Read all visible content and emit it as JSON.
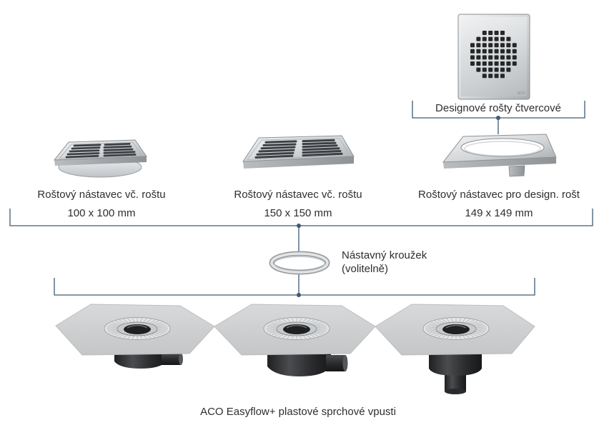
{
  "diagram": {
    "design_grates": {
      "label": "Designové rošty čtvercové",
      "logo": "ACO",
      "icon": "square-design-grate"
    },
    "grate_frames": [
      {
        "label": "Roštový nástavec vč. roštu",
        "size": "100 x 100 mm",
        "icon": "grate-frame-100"
      },
      {
        "label": "Roštový nástavec vč. roštu",
        "size": "150 x 150 mm",
        "icon": "grate-frame-150"
      },
      {
        "label": "Roštový nástavec pro design. rošt",
        "size": "149 x 149 mm",
        "icon": "design-grate-frame"
      }
    ],
    "extension_ring": {
      "label": "Nástavný kroužek",
      "note": "(volitelně)",
      "icon": "extension-ring"
    },
    "drains": {
      "label": "ACO Easyflow+ plastové sprchové vpusti",
      "icons": [
        "drain-horizontal-outlet",
        "drain-horizontal-outlet",
        "drain-vertical-outlet"
      ]
    }
  },
  "colors": {
    "connector": "#3f5a72",
    "text": "#2e2e2e"
  }
}
